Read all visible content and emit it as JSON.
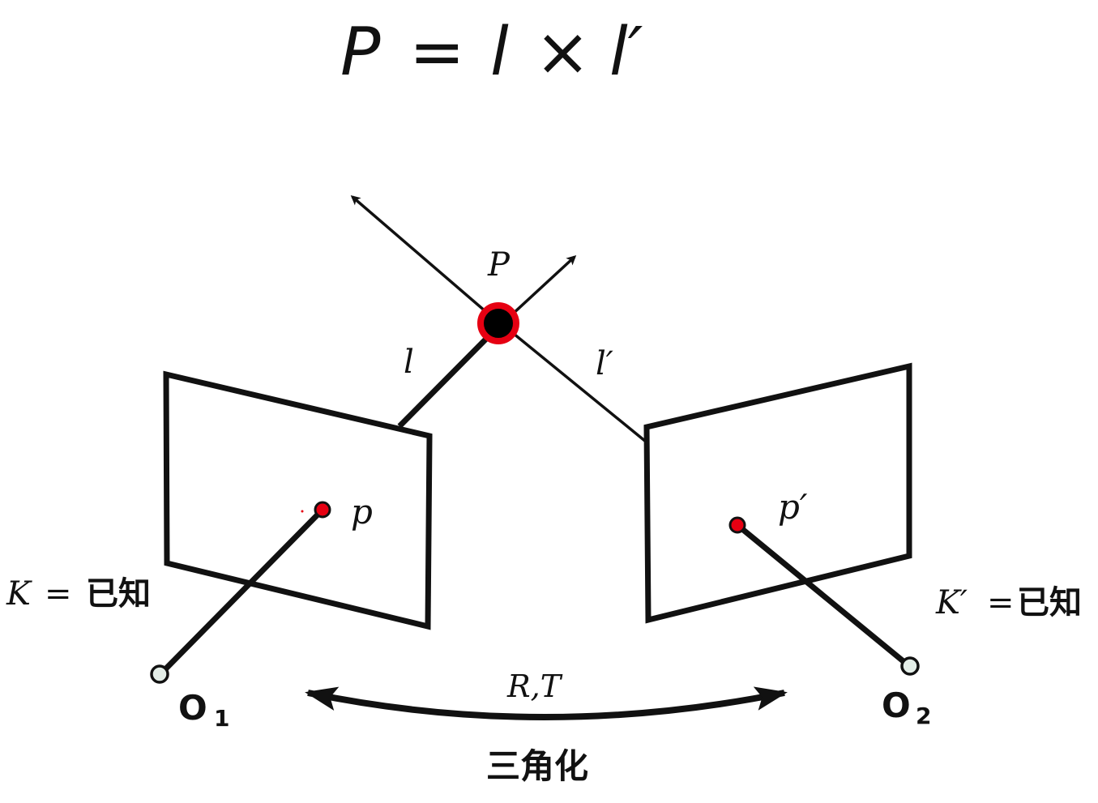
{
  "formula": {
    "lhs": "P",
    "equals": "=",
    "a": "l",
    "times": "×",
    "b": "l′"
  },
  "labels": {
    "point": "P",
    "ray_left": "l",
    "ray_right": "l′",
    "proj_left": "p",
    "proj_right": "p′",
    "intrinsic_left_symbol": "K",
    "intrinsic_left_eq": "=",
    "intrinsic_left_text": "已知",
    "intrinsic_right_symbol": "K′",
    "intrinsic_right_eq": "=",
    "intrinsic_right_text": "已知",
    "origin_left_main": "O",
    "origin_left_sub": "1",
    "origin_right_main": "O",
    "origin_right_sub": "2",
    "transform": "R,T",
    "caption": "三角化"
  },
  "colors": {
    "stroke": "#111111",
    "point_fill": "#000000",
    "point_ring": "#e60012",
    "proj_fill": "#e60012",
    "origin_fill": "#e4eee8"
  }
}
